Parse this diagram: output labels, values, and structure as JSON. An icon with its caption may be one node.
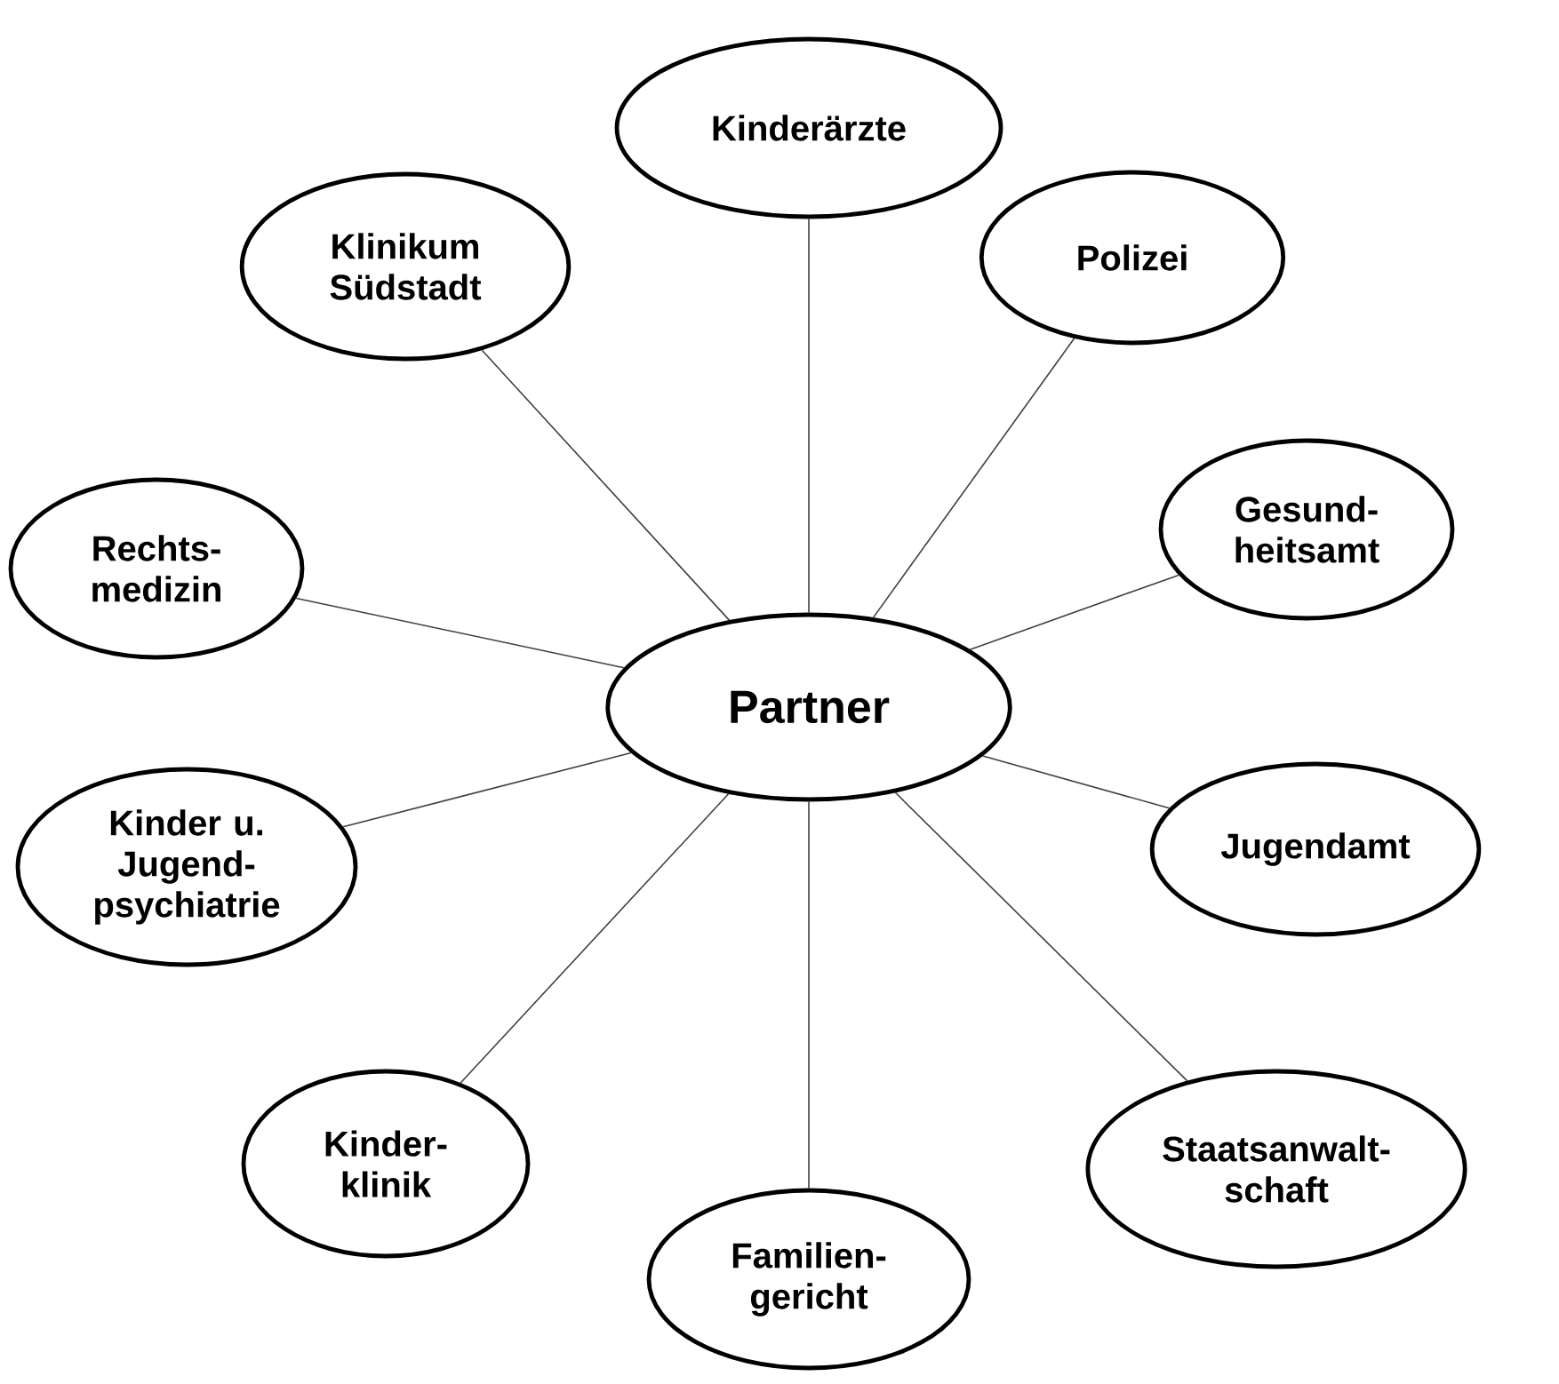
{
  "diagram": {
    "nodes": [
      {
        "text": [
          "Kinderärzte"
        ]
      },
      {
        "text": [
          "Klinikum Südstadt"
        ]
      },
      {
        "text": [
          "Polizei"
        ]
      },
      {
        "text": [
          "Gesund- heitsamt"
        ]
      },
      {
        "text": [
          "Rechts- medizin"
        ]
      },
      {
        "text": [
          "Partner"
        ]
      },
      {
        "text": [
          "Jugendamt"
        ]
      },
      {
        "text": [
          "Kinder u. Jugend- psychiatrie"
        ]
      },
      {
        "text": [
          "Kinder- klinik"
        ]
      },
      {
        "text": [
          "Staatsanwalt- schaft"
        ]
      },
      {
        "text": [
          "Familien- gericht"
        ]
      }
    ],
    "edges": [
      {
        "from": 5,
        "to": 0,
        "arrow": "none"
      },
      {
        "from": 5,
        "to": 1,
        "arrow": "none"
      },
      {
        "from": 5,
        "to": 2,
        "arrow": "none"
      },
      {
        "from": 5,
        "to": 3,
        "arrow": "none"
      },
      {
        "from": 5,
        "to": 4,
        "arrow": "none"
      },
      {
        "from": 5,
        "to": 6,
        "arrow": "none"
      },
      {
        "from": 5,
        "to": 7,
        "arrow": "none"
      },
      {
        "from": 5,
        "to": 8,
        "arrow": "none"
      },
      {
        "from": 5,
        "to": 9,
        "arrow": "none"
      },
      {
        "from": 5,
        "to": 10,
        "arrow": "none"
      }
    ]
  }
}
